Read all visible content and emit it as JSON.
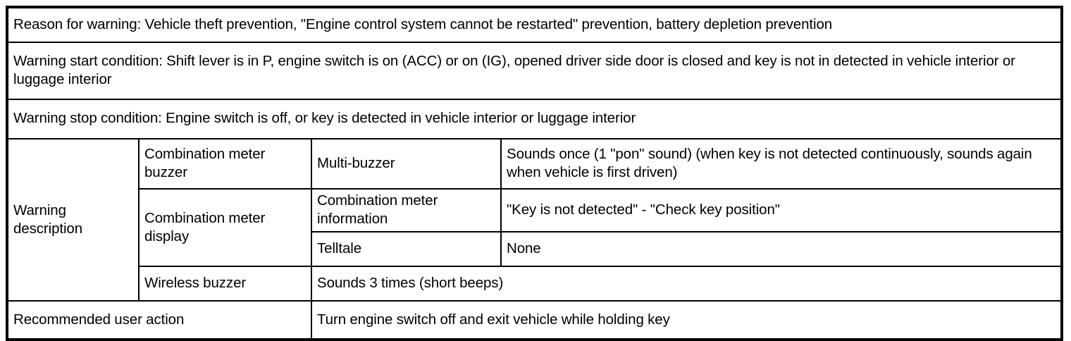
{
  "document": {
    "type": "warning-specification-table",
    "border_color": "#000000",
    "background_color": "#ffffff",
    "rows": {
      "reason": {
        "label": "Reason for warning:",
        "full_text": "Reason for warning: Vehicle theft prevention, \"Engine control system cannot be restarted\" prevention, battery depletion prevention"
      },
      "start_condition": {
        "label": "Warning start condition:",
        "full_text": "Warning start condition: Shift lever is in P, engine switch is on (ACC) or on (IG), opened driver side door is closed and key is not in detected in vehicle interior or luggage interior"
      },
      "stop_condition": {
        "label": "Warning stop condition:",
        "full_text": "Warning stop condition: Engine switch is off, or key is detected in vehicle interior or luggage interior"
      },
      "warning_description": {
        "label": "Warning description",
        "items": [
          {
            "device": "Combination meter buzzer",
            "channel": "Multi-buzzer",
            "behavior": "Sounds once (1 \"pon\" sound) (when key is not detected continuously, sounds again when vehicle is first driven)"
          },
          {
            "device": "Combination meter display",
            "channel": "Combination meter information",
            "behavior": "\"Key is not detected\" - \"Check key position\""
          },
          {
            "device": "Combination meter display",
            "channel": "Telltale",
            "behavior": "None"
          },
          {
            "device": "Wireless buzzer",
            "channel": "",
            "behavior": "Sounds 3 times (short beeps)"
          }
        ]
      },
      "recommended_action": {
        "label": "Recommended user action",
        "value": "Turn engine switch off and exit vehicle while holding key"
      }
    }
  }
}
